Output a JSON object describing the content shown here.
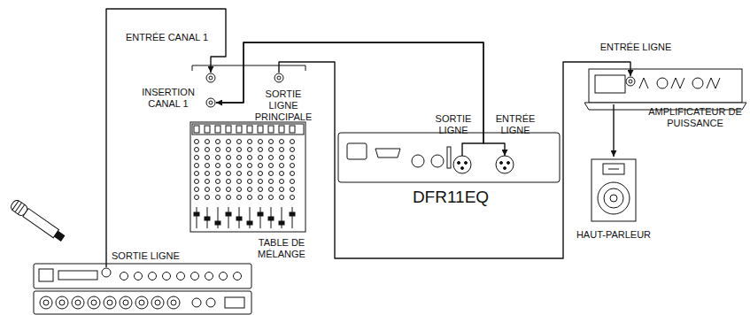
{
  "diagram": {
    "nodes": [
      {
        "text": [
          "SORTIE LIGNE"
        ]
      },
      {
        "text": [
          "ENTRÉE CANAL 1",
          "INSERTION CANAL 1",
          "SORTIE LIGNE PRINCIPALE",
          "TABLE DE MÉLANGE"
        ]
      },
      {
        "text": [
          "SORTIE LIGNE",
          "ENTRÉE LIGNE",
          "DFR11EQ"
        ]
      },
      {
        "text": [
          "ENTRÉE LIGNE",
          "AMPLIFICATEUR DE PUISSANCE"
        ]
      },
      {
        "text": [
          "HAUT-PARLEUR"
        ]
      }
    ],
    "edges": [
      {
        "from": 0,
        "to": 1,
        "arrow": "to"
      },
      {
        "from": 1,
        "to": 2,
        "arrow": "to"
      },
      {
        "from": 2,
        "to": 1,
        "arrow": "to"
      },
      {
        "from": 1,
        "to": 3,
        "arrow": "to"
      },
      {
        "from": 3,
        "to": 4,
        "arrow": "to"
      }
    ]
  }
}
